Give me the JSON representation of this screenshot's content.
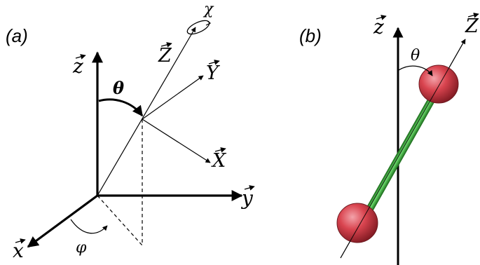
{
  "panels": {
    "a": {
      "label": "(a)",
      "axes": {
        "z": "z",
        "y": "y",
        "x": "x"
      },
      "body_axes": {
        "Z": "Z",
        "Y": "Y",
        "X": "X"
      },
      "angles": {
        "theta": "θ",
        "phi": "φ",
        "chi": "χ"
      }
    },
    "b": {
      "label": "(b)",
      "axes": {
        "z": "z",
        "Z": "Z"
      },
      "angles": {
        "theta": "θ"
      }
    }
  },
  "colors": {
    "atom": "#d9444f",
    "atom_dark": "#8e1f28",
    "bond": "#33b233",
    "bond_dark": "#1d6f1d",
    "line": "#000000"
  }
}
